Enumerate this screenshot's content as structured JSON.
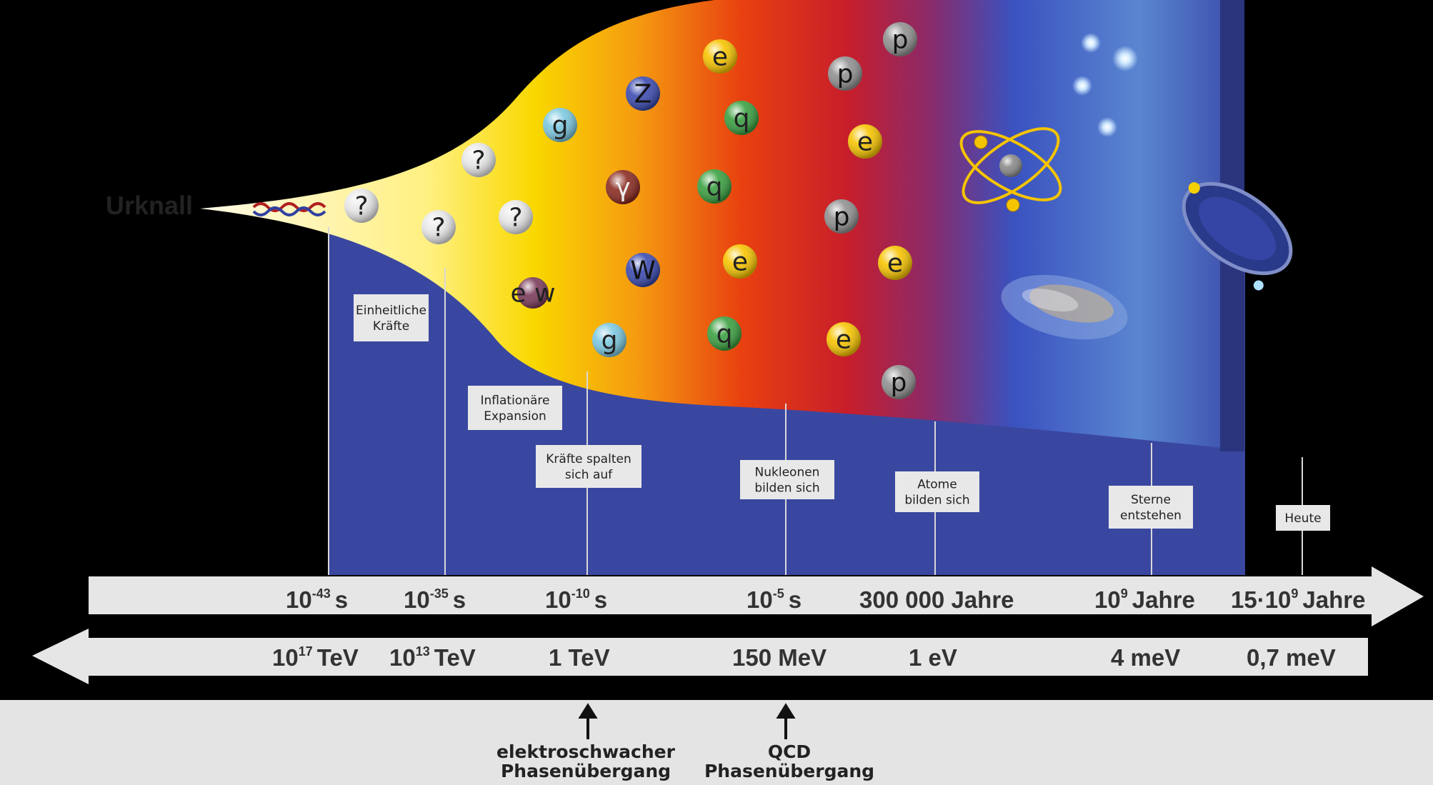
{
  "title": {
    "text": "Urknall"
  },
  "colors": {
    "background": "#000000",
    "blue_field": "#3a4aa0",
    "bar": "#e6e6e6",
    "accent_yellow": "#f5d000"
  },
  "epoch_boxes": [
    {
      "id": "unified",
      "lines": [
        "Einheitliche",
        "Kräfte"
      ]
    },
    {
      "id": "inflation",
      "lines": [
        "Inflationäre",
        "Expansion"
      ]
    },
    {
      "id": "split",
      "lines": [
        "Kräfte spalten",
        "sich auf"
      ]
    },
    {
      "id": "nucleons",
      "lines": [
        "Nukleonen",
        "bilden sich"
      ]
    },
    {
      "id": "atoms",
      "lines": [
        "Atome",
        "bilden sich"
      ]
    },
    {
      "id": "stars",
      "lines": [
        "Sterne",
        "entstehen"
      ]
    },
    {
      "id": "today",
      "lines": [
        "Heute"
      ]
    }
  ],
  "time_axis": [
    {
      "base": "10",
      "exp": "-43",
      "unit": "s"
    },
    {
      "base": "10",
      "exp": "-35",
      "unit": "s"
    },
    {
      "base": "10",
      "exp": "-10",
      "unit": "s"
    },
    {
      "base": "10",
      "exp": "-5",
      "unit": "s"
    },
    {
      "base": "300 000 Jahre",
      "exp": "",
      "unit": ""
    },
    {
      "base": "10",
      "exp": "9",
      "unit": "Jahre"
    },
    {
      "base": "15·10",
      "exp": "9",
      "unit": "Jahre"
    }
  ],
  "energy_axis": [
    {
      "base": "10",
      "exp": "17",
      "unit": "TeV"
    },
    {
      "base": "10",
      "exp": "13",
      "unit": "TeV"
    },
    {
      "base": "1 TeV",
      "exp": "",
      "unit": ""
    },
    {
      "base": "150 MeV",
      "exp": "",
      "unit": ""
    },
    {
      "base": "1 eV",
      "exp": "",
      "unit": ""
    },
    {
      "base": "4 meV",
      "exp": "",
      "unit": ""
    },
    {
      "base": "0,7 meV",
      "exp": "",
      "unit": ""
    }
  ],
  "phase_transitions": [
    {
      "id": "electroweak",
      "lines": [
        "elektroschwacher",
        "Phasenübergang"
      ]
    },
    {
      "id": "qcd",
      "lines": [
        "QCD",
        "Phasenübergang"
      ]
    }
  ],
  "particles": [
    {
      "label": "?",
      "color": "#e8e8e8",
      "text_color": "#222"
    },
    {
      "label": "?",
      "color": "#e8e8e8",
      "text_color": "#222"
    },
    {
      "label": "?",
      "color": "#e8e8e8",
      "text_color": "#222"
    },
    {
      "label": "?",
      "color": "#e8e8e8",
      "text_color": "#222"
    },
    {
      "label": "e w",
      "color": "#7a3a5a",
      "text_color": "#222"
    },
    {
      "label": "g",
      "color": "#7cc8e0",
      "text_color": "#222"
    },
    {
      "label": "g",
      "color": "#7cc8e0",
      "text_color": "#222"
    },
    {
      "label": "Z",
      "color": "#3a4ab0",
      "text_color": "#111"
    },
    {
      "label": "γ",
      "color": "#8a2a20",
      "text_color": "#eee"
    },
    {
      "label": "W",
      "color": "#3a4ab0",
      "text_color": "#111"
    },
    {
      "label": "e",
      "color": "#f7c400",
      "text_color": "#222"
    },
    {
      "label": "q",
      "color": "#3aa040",
      "text_color": "#222"
    },
    {
      "label": "q",
      "color": "#3aa040",
      "text_color": "#222"
    },
    {
      "label": "e",
      "color": "#f7c400",
      "text_color": "#222"
    },
    {
      "label": "q",
      "color": "#3aa040",
      "text_color": "#222"
    },
    {
      "label": "p",
      "color": "#909090",
      "text_color": "#111"
    },
    {
      "label": "p",
      "color": "#909090",
      "text_color": "#111"
    },
    {
      "label": "e",
      "color": "#f7c400",
      "text_color": "#222"
    },
    {
      "label": "p",
      "color": "#909090",
      "text_color": "#111"
    },
    {
      "label": "e",
      "color": "#f7c400",
      "text_color": "#222"
    },
    {
      "label": "e",
      "color": "#f7c400",
      "text_color": "#222"
    },
    {
      "label": "p",
      "color": "#909090",
      "text_color": "#111"
    }
  ],
  "icons": {
    "atom": "atom-icon",
    "galaxy": "galaxy-icon",
    "stars": "star-icon",
    "explosion": "big-bang-icon"
  }
}
